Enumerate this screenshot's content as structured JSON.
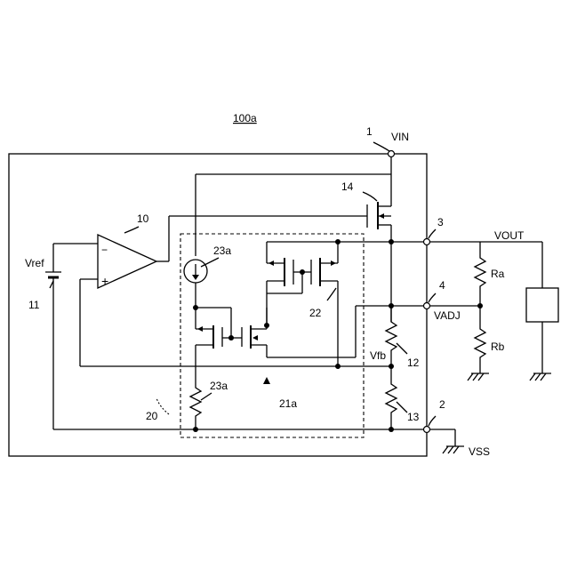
{
  "figure": {
    "title": "100a",
    "labels": {
      "n1": "1",
      "vin": "VIN",
      "n14": "14",
      "n10": "10",
      "n3": "3",
      "vout": "VOUT",
      "n23a_top": "23a",
      "vref": "Vref",
      "minus": "−",
      "plus": "+",
      "n11": "11",
      "ra": "Ra",
      "n4": "4",
      "n22": "22",
      "vadj": "VADJ",
      "rb": "Rb",
      "vfb": "Vfb",
      "n12": "12",
      "n23a_bot": "23a",
      "n21a": "21a",
      "n20": "20",
      "n13": "13",
      "n2": "2",
      "vss": "VSS"
    }
  }
}
